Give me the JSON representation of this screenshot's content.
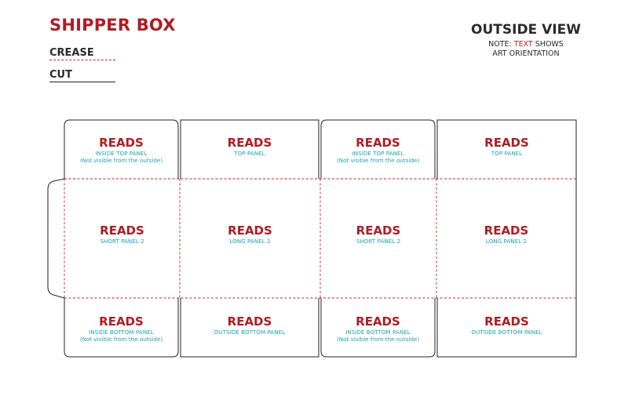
{
  "header": {
    "title": "SHIPPER BOX",
    "legend": {
      "crease": "CREASE",
      "cut": "CUT"
    },
    "view_title": "OUTSIDE VIEW",
    "note_prefix": "NOTE:",
    "note_highlight": "TEXT",
    "note_suffix": "SHOWS",
    "note_line2": "ART ORIENTATION"
  },
  "colors": {
    "title_red": "#b01c22",
    "crease_red": "#c8202a",
    "caption_teal": "#1aa3b5",
    "cut_line": "#222222"
  },
  "panels": {
    "top": [
      {
        "reads": "READS",
        "line1": "INSIDE TOP PANEL",
        "line2": "(Not visible from the outside)"
      },
      {
        "reads": "READS",
        "line1": "TOP PANEL",
        "line2": ""
      },
      {
        "reads": "READS",
        "line1": "INSIDE TOP PANEL",
        "line2": "(Not visible from the outside)"
      },
      {
        "reads": "READS",
        "line1": "TOP PANEL",
        "line2": ""
      }
    ],
    "middle": [
      {
        "reads": "READS",
        "line1": "SHORT PANEL 2",
        "line2": ""
      },
      {
        "reads": "READS",
        "line1": "LONG PANEL 2",
        "line2": ""
      },
      {
        "reads": "READS",
        "line1": "SHORT PANEL 2",
        "line2": ""
      },
      {
        "reads": "READS",
        "line1": "LONG PANEL 2",
        "line2": ""
      }
    ],
    "bottom": [
      {
        "reads": "READS",
        "line1": "INSIDE BOTTOM PANEL",
        "line2": "(Not visible from the outside)"
      },
      {
        "reads": "READS",
        "line1": "OUTSIDE BOTTOM PANEL",
        "line2": ""
      },
      {
        "reads": "READS",
        "line1": "INSIDE BOTTOM PANEL",
        "line2": "(Not visible from the outside)"
      },
      {
        "reads": "READS",
        "line1": "OUTSIDE BOTTOM PANEL",
        "line2": ""
      }
    ]
  }
}
